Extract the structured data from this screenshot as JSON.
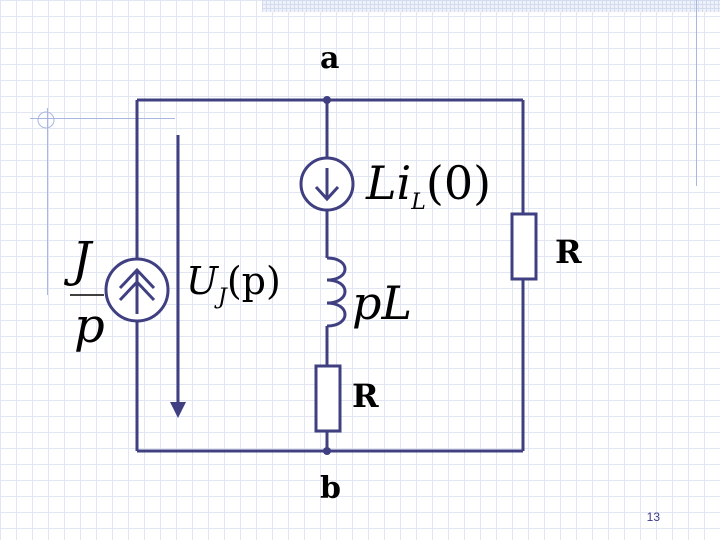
{
  "nodes": {
    "top": "a",
    "bottom": "b"
  },
  "labels": {
    "source_numerator": "J",
    "source_denominator": "p",
    "voltage_symbol": "U",
    "voltage_subscript": "J",
    "voltage_argument": "(p)",
    "initial_source_L": "Li",
    "initial_source_sub": "L",
    "initial_source_arg": "(0)",
    "inductor": "pL",
    "resistor_middle": "R",
    "resistor_right": "R"
  },
  "slide": {
    "page_number": "13"
  },
  "colors": {
    "wire": "#3f3f82",
    "grid": "#e2e6f3",
    "accent_line": "#a9b6e0"
  }
}
